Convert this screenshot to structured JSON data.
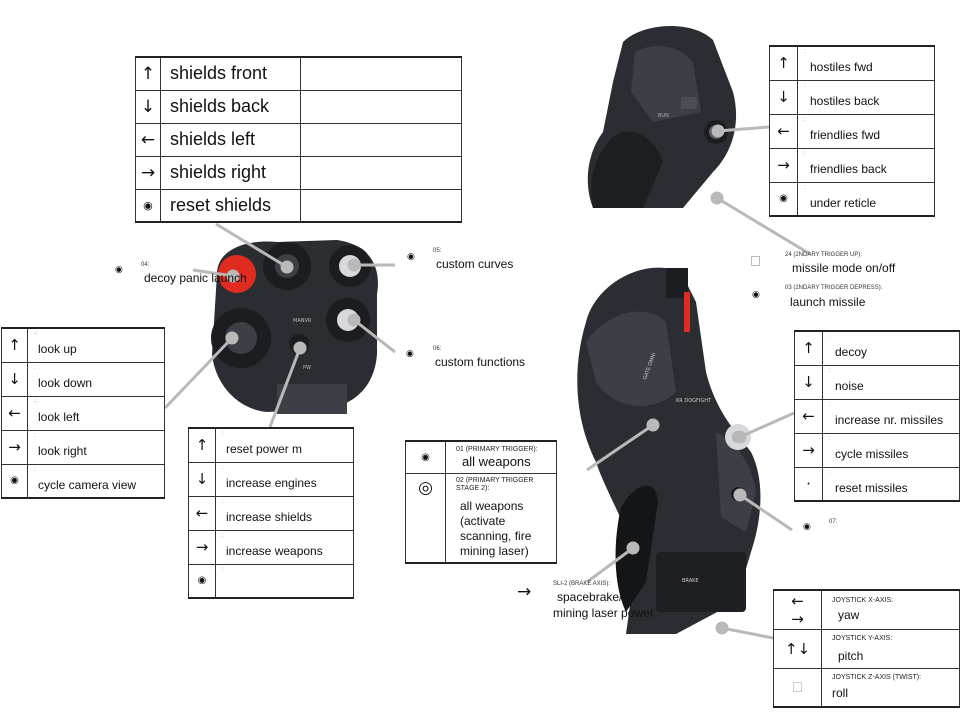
{
  "shields": {
    "rows": [
      {
        "symbol": "↑",
        "label": "shields front"
      },
      {
        "symbol": "↓",
        "label": "shields back"
      },
      {
        "symbol": "←",
        "label": "shields left"
      },
      {
        "symbol": "→",
        "label": "shields right"
      },
      {
        "symbol": "◉",
        "label": "reset shields"
      }
    ]
  },
  "hat2": {
    "rows": [
      {
        "symbol": "↑",
        "index": ":",
        "label": "hostiles fwd"
      },
      {
        "symbol": "↓",
        "index": ":",
        "label": "hostiles back"
      },
      {
        "symbol": "←",
        "index": ":",
        "label": "friendlies fwd"
      },
      {
        "symbol": "→",
        "index": ":",
        "label": "friendlies back"
      },
      {
        "symbol": "◉",
        "index": ":",
        "label": "under reticle"
      }
    ]
  },
  "look": {
    "rows": [
      {
        "symbol": "↑",
        "index": "-:",
        "label": "look up"
      },
      {
        "symbol": "↓",
        "index": ":",
        "label": "look down"
      },
      {
        "symbol": "←",
        "index": "-:",
        "label": "look left"
      },
      {
        "symbol": "→",
        "index": ":",
        "label": "look right"
      },
      {
        "symbol": "◉",
        "index": ":",
        "label": "cycle camera view"
      }
    ]
  },
  "power": {
    "rows": [
      {
        "symbol": "↑",
        "index": ":",
        "label": "reset power m"
      },
      {
        "symbol": "↓",
        "index": ":",
        "label": "increase engines"
      },
      {
        "symbol": "←",
        "index": ":",
        "label": "increase shields"
      },
      {
        "symbol": "→",
        "index": ":",
        "label": "increase weapons"
      },
      {
        "symbol": "◉",
        "index": ":",
        "label": ""
      }
    ]
  },
  "decoy_hat": {
    "rows": [
      {
        "symbol": "↑",
        "index": ":",
        "label": "decoy"
      },
      {
        "symbol": "↓",
        "index": ":",
        "label": "noise"
      },
      {
        "symbol": "←",
        "index": ":",
        "label": "increase nr. missiles"
      },
      {
        "symbol": "→",
        "index": ":",
        "label": "cycle missiles"
      },
      {
        "symbol": "·",
        "index": ":",
        "label": "reset missiles"
      }
    ]
  },
  "trigger": {
    "rows": [
      {
        "symbol": "◉",
        "caption": "01 (PRIMARY TRIGGER):",
        "label": "all weapons"
      },
      {
        "symbol": "◎",
        "caption": "02 (PRIMARY TRIGGER STAGE 2):",
        "label": "all weapons (activate scanning, fire mining laser)"
      }
    ]
  },
  "axes": {
    "rows": [
      {
        "symbol": "← →",
        "caption": "JOYSTICK X-AXIS:",
        "label": "yaw"
      },
      {
        "symbol": "↑↓",
        "caption": "JOYSTICK Y-AXIS:",
        "label": "pitch"
      },
      {
        "symbol": "",
        "caption": "JOYSTICK Z-AXIS (TWIST):",
        "label": "roll"
      }
    ]
  },
  "callouts": {
    "c04_index": "04:",
    "c04_label": "decoy panic launch",
    "c05_index": "05:",
    "c05_label": "custom curves",
    "c06_index": "06:",
    "c06_label": "custom functions",
    "c24_index": "24 (2NDARY TRIGGER UP):",
    "c24_label": "missile mode on/off",
    "c03_index": "03 (2NDARY TRIGGER DEPRESS):",
    "c03_label": "launch missile",
    "c07_index": "07:",
    "sli_index": "SLI-2 (BRAKE AXIS):",
    "sli_label_1": "spacebrake/",
    "sli_label_2": "mining laser power",
    "sli_arrow": "→",
    "dot_symbol": "◉"
  },
  "device_labels": {
    "manvr": "MANVR",
    "pwr": "PW",
    "gate": "GATE OMNI",
    "brake": "BRAKE",
    "kr": "KR DOGFIGHT"
  },
  "colors": {
    "device_body": "#2a2d31",
    "device_shade": "#3c4046",
    "accent_red": "#e02b20",
    "callout_line": "#b9b9b9"
  }
}
